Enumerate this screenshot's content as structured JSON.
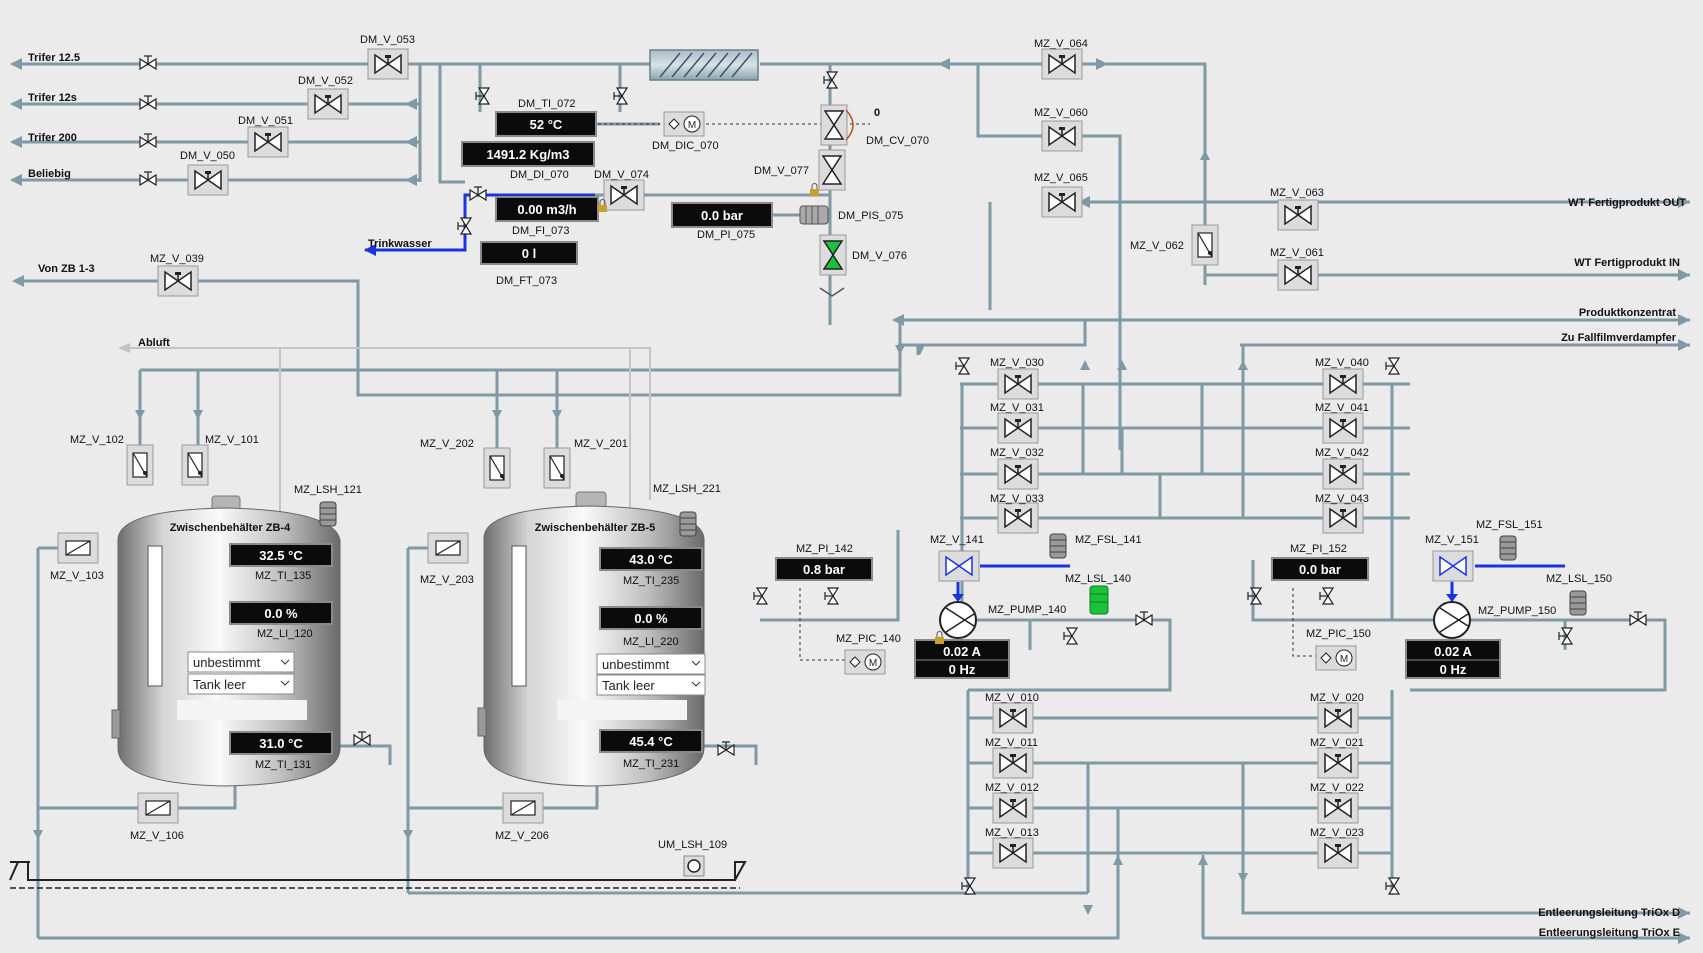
{
  "valves": {
    "dm_v_053": "DM_V_053",
    "dm_v_052": "DM_V_052",
    "dm_v_051": "DM_V_051",
    "dm_v_050": "DM_V_050",
    "mz_v_039": "MZ_V_039",
    "dm_v_074": "DM_V_074",
    "dm_v_077": "DM_V_077",
    "dm_cv_070": "DM_CV_070",
    "dm_v_076": "DM_V_076",
    "mz_v_064": "MZ_V_064",
    "mz_v_060": "MZ_V_060",
    "mz_v_065": "MZ_V_065",
    "mz_v_063": "MZ_V_063",
    "mz_v_062": "MZ_V_062",
    "mz_v_061": "MZ_V_061",
    "mz_v_030": "MZ_V_030",
    "mz_v_031": "MZ_V_031",
    "mz_v_032": "MZ_V_032",
    "mz_v_033": "MZ_V_033",
    "mz_v_040": "MZ_V_040",
    "mz_v_041": "MZ_V_041",
    "mz_v_042": "MZ_V_042",
    "mz_v_043": "MZ_V_043",
    "mz_v_102": "MZ_V_102",
    "mz_v_101": "MZ_V_101",
    "mz_v_202": "MZ_V_202",
    "mz_v_201": "MZ_V_201",
    "mz_v_103": "MZ_V_103",
    "mz_v_203": "MZ_V_203",
    "mz_v_106": "MZ_V_106",
    "mz_v_206": "MZ_V_206",
    "mz_v_141": "MZ_V_141",
    "mz_v_151": "MZ_V_151",
    "mz_v_010": "MZ_V_010",
    "mz_v_011": "MZ_V_011",
    "mz_v_012": "MZ_V_012",
    "mz_v_013": "MZ_V_013",
    "mz_v_020": "MZ_V_020",
    "mz_v_021": "MZ_V_021",
    "mz_v_022": "MZ_V_022",
    "mz_v_023": "MZ_V_023"
  },
  "lines": {
    "trifer_125": "Trifer 12.5",
    "trifer_12s": "Trifer 12s",
    "trifer_200": "Trifer 200",
    "beliebig": "Beliebig",
    "von_zb": "Von ZB 1-3",
    "abluft": "Abluft",
    "trinkwasser": "Trinkwasser",
    "wt_out": "WT Fertigprodukt OUT",
    "wt_in": "WT Fertigprodukt IN",
    "produktkonzentrat": "Produktkonzentrat",
    "fallfilm": "Zu Fallfilmverdampfer",
    "entleerung_d": "Entleerungsleitung TriOx D",
    "entleerung_e": "Entleerungsleitung TriOx E"
  },
  "dosing": {
    "ti_072_tag": "DM_TI_072",
    "ti_072_val": "52 °C",
    "di_070_tag": "DM_DI_070",
    "di_070_val": "1491.2 Kg/m3",
    "fi_073_tag": "DM_FI_073",
    "fi_073_val": "0.00 m3/h",
    "ft_073_tag": "DM_FT_073",
    "ft_073_val": "0 l",
    "dic_070_tag": "DM_DIC_070",
    "cv_070_val": "0",
    "pi_075_tag": "DM_PI_075",
    "pi_075_val": "0.0 bar",
    "pis_075_tag": "DM_PIS_075"
  },
  "tank4": {
    "title": "Zwischenbehälter ZB-4",
    "lsh": "MZ_LSH_121",
    "ti_135_tag": "MZ_TI_135",
    "ti_135_val": "32.5 °C",
    "li_120_tag": "MZ_LI_120",
    "li_120_val": "0.0 %",
    "ti_131_tag": "MZ_TI_131",
    "ti_131_val": "31.0 °C",
    "status": "unbestimmt",
    "level_state": "Tank leer"
  },
  "tank5": {
    "title": "Zwischenbehälter ZB-5",
    "lsh": "MZ_LSH_221",
    "ti_235_tag": "MZ_TI_235",
    "ti_235_val": "43.0 °C",
    "li_220_tag": "MZ_LI_220",
    "li_220_val": "0.0 %",
    "ti_231_tag": "MZ_TI_231",
    "ti_231_val": "45.4 °C",
    "status": "unbestimmt",
    "level_state": "Tank leer"
  },
  "pump140": {
    "pi_tag": "MZ_PI_142",
    "pi_val": "0.8 bar",
    "fsl": "MZ_FSL_141",
    "lsl": "MZ_LSL_140",
    "pump": "MZ_PUMP_140",
    "pic": "MZ_PIC_140",
    "current": "0.02 A",
    "freq": "0 Hz"
  },
  "pump150": {
    "pi_tag": "MZ_PI_152",
    "pi_val": "0.0 bar",
    "fsl": "MZ_FSL_151",
    "lsl": "MZ_LSL_150",
    "pump": "MZ_PUMP_150",
    "pic": "MZ_PIC_150",
    "current": "0.02 A",
    "freq": "0 Hz"
  },
  "misc": {
    "um_lsh_109": "UM_LSH_109"
  },
  "colors": {
    "background": "#ebebeb",
    "pipe": "#7f9aa6",
    "water": "#1a33e0",
    "valve_open": "#19c23a",
    "display": "#0b0b0b"
  }
}
